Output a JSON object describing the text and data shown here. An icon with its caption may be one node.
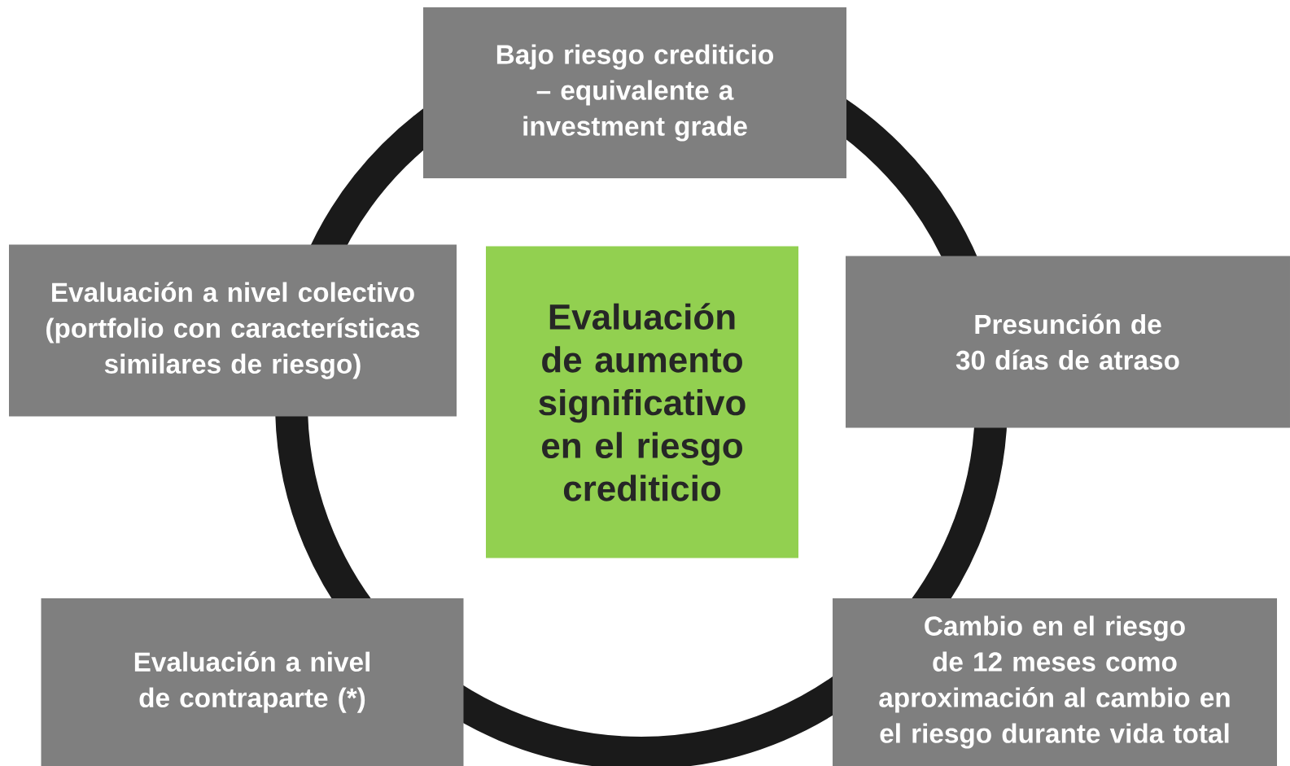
{
  "diagram": {
    "nodes": [
      {
        "text": [
          "Bajo riesgo crediticio – equivalente a investment grade"
        ]
      },
      {
        "text": [
          "Evaluación a nivel colectivo (portfolio con características similares de riesgo)"
        ]
      },
      {
        "text": [
          "Evaluación de aumento significativo en el riesgo crediticio"
        ]
      },
      {
        "text": [
          "Presunción de 30 días de atraso"
        ]
      },
      {
        "text": [
          "Evaluación a nivel de contraparte (*)"
        ]
      },
      {
        "text": [
          "Cambio en el riesgo de 12 meses como aproximación al cambio en el riesgo durante vida total"
        ]
      }
    ]
  }
}
